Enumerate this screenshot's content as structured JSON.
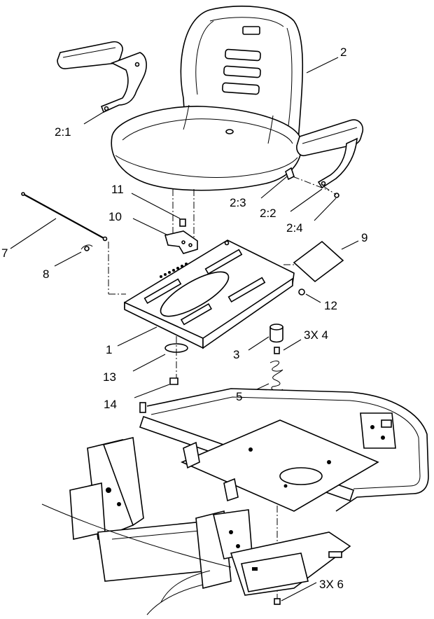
{
  "callouts": {
    "c1": "1",
    "c2": "2",
    "c2_1": "2:1",
    "c2_2": "2:2",
    "c2_3": "2:3",
    "c2_4": "2:4",
    "c3": "3",
    "c3x4": "3X 4",
    "c5": "5",
    "c3x6": "3X 6",
    "c7": "7",
    "c8": "8",
    "c9": "9",
    "c10": "10",
    "c11": "11",
    "c12": "12",
    "c13": "13",
    "c14": "14"
  }
}
